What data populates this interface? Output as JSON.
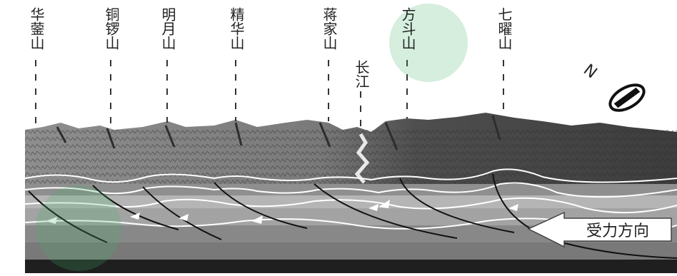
{
  "mountains": [
    {
      "id": "huagai",
      "label": "华蓥山"
    },
    {
      "id": "tongluo",
      "label": "铜锣山"
    },
    {
      "id": "mingyue",
      "label": "明月山"
    },
    {
      "id": "jinghua",
      "label": "精华山"
    },
    {
      "id": "jiangjia",
      "label": "蒋家山"
    },
    {
      "id": "fangdou",
      "label": "方斗山"
    },
    {
      "id": "qiyao",
      "label": "七曜山"
    }
  ],
  "river": {
    "label": "长江"
  },
  "compass": {
    "label": "N"
  },
  "force_direction": {
    "label": "受力方向"
  },
  "colors": {
    "terrain_dark": "#5a5a5a",
    "terrain_light": "#9a9a9a",
    "stratum_1": "#8f8f8f",
    "stratum_2": "#b3b3b3",
    "stratum_3": "#a2a2a2",
    "stratum_4": "#7e7e7e",
    "basement": "#1f1f1f",
    "fault_line": "#111111",
    "watermark": "#3fb36a"
  }
}
